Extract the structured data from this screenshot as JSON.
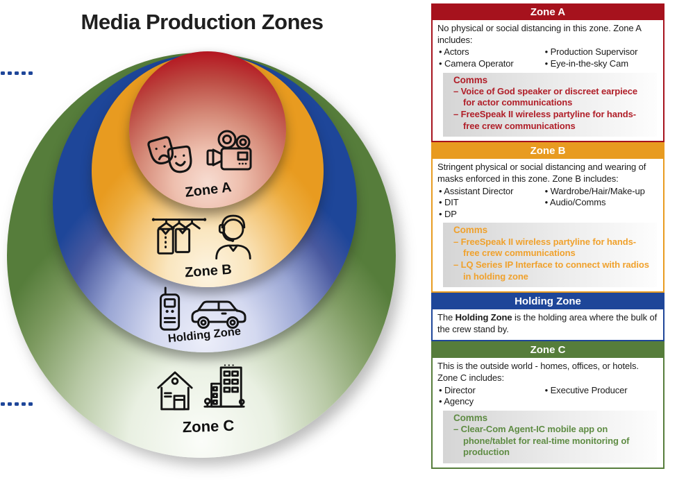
{
  "title": "Media Production Zones",
  "colors": {
    "zone_a_red": "#A6121D",
    "zone_b_orange": "#E89B20",
    "holding_blue": "#1E4699",
    "zone_c_green": "#567D3B",
    "accent_dots_blue": "#1E4699",
    "comms_box_gray": "#D5D5D5"
  },
  "diagram": {
    "zones": [
      {
        "label": "Zone A",
        "color": "#A6121D",
        "icons": [
          "masks-icon",
          "film-camera-icon"
        ]
      },
      {
        "label": "Zone B",
        "color": "#E89B20",
        "icons": [
          "wardrobe-rack-icon",
          "headset-operator-icon"
        ]
      },
      {
        "label": "Holding Zone",
        "color": "#1E4699",
        "icons": [
          "walkie-talkie-icon",
          "car-icon"
        ]
      },
      {
        "label": "Zone C",
        "color": "#567D3B",
        "icons": [
          "house-icon",
          "office-building-icon"
        ]
      }
    ]
  },
  "panels": [
    {
      "title": "Zone A",
      "color": "#A6121D",
      "intro": "No physical or social distancing in this zone. Zone A includes:",
      "col1": [
        "Actors",
        "Camera Operator"
      ],
      "col2": [
        "Production Supervisor",
        "Eye-in-the-sky Cam"
      ],
      "comms": {
        "title": "Comms",
        "items": [
          "Voice of God speaker or discreet earpiece for actor communications",
          "FreeSpeak II wireless partyline for hands-free crew communications"
        ]
      }
    },
    {
      "title": "Zone B",
      "color": "#E89B20",
      "intro": "Stringent physical or social distancing and wearing of masks enforced in this zone. Zone B includes:",
      "col1": [
        "Assistant Director",
        "DIT",
        "DP"
      ],
      "col2": [
        "Wardrobe/Hair/Make-up",
        "Audio/Comms"
      ],
      "comms": {
        "title": "Comms",
        "items": [
          "FreeSpeak II wireless partyline for hands-free crew communications",
          "LQ Series IP Interface to connect with radios in holding zone"
        ]
      }
    },
    {
      "title": "Holding Zone",
      "color": "#1E4699",
      "intro_prefix": "The ",
      "intro_bold": "Holding Zone",
      "intro_suffix": " is the holding area where the bulk of the crew stand by."
    },
    {
      "title": "Zone C",
      "color": "#567D3B",
      "intro": "This is the outside world - homes, offices, or hotels. Zone C includes:",
      "col1": [
        "Director",
        "Agency"
      ],
      "col2": [
        "Executive Producer"
      ],
      "comms": {
        "title": "Comms",
        "items": [
          "Clear-Com Agent-IC mobile app on phone/tablet for real-time monitoring of production"
        ]
      }
    }
  ]
}
